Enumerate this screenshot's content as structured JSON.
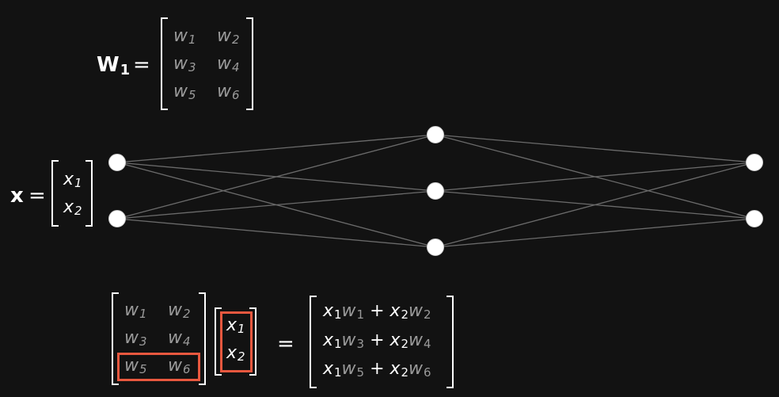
{
  "w1_equation": {
    "lhs": "W",
    "lhs_sub": "1",
    "eq": "=",
    "cells": [
      {
        "v": "w",
        "s": "1"
      },
      {
        "v": "w",
        "s": "2"
      },
      {
        "v": "w",
        "s": "3"
      },
      {
        "v": "w",
        "s": "4"
      },
      {
        "v": "w",
        "s": "5"
      },
      {
        "v": "w",
        "s": "6"
      }
    ]
  },
  "x_equation": {
    "lhs": "x",
    "eq": "=",
    "cells": [
      {
        "v": "x",
        "s": "1"
      },
      {
        "v": "x",
        "s": "2"
      }
    ]
  },
  "network": {
    "layers": [
      2,
      3,
      2
    ],
    "colors": {
      "node": "#ffffff",
      "edge": "#6b6b6b"
    }
  },
  "product": {
    "weights": [
      {
        "v": "w",
        "s": "1"
      },
      {
        "v": "w",
        "s": "2"
      },
      {
        "v": "w",
        "s": "3"
      },
      {
        "v": "w",
        "s": "4"
      },
      {
        "v": "w",
        "s": "5"
      },
      {
        "v": "w",
        "s": "6"
      }
    ],
    "inputs": [
      {
        "v": "x",
        "s": "1"
      },
      {
        "v": "x",
        "s": "2"
      }
    ],
    "eq": "=",
    "result_rows": [
      {
        "a": "x",
        "as": "1",
        "b": "w",
        "bs": "1",
        "op": "+",
        "c": "x",
        "cs": "2",
        "d": "w",
        "ds": "2"
      },
      {
        "a": "x",
        "as": "1",
        "b": "w",
        "bs": "3",
        "op": "+",
        "c": "x",
        "cs": "2",
        "d": "w",
        "ds": "4"
      },
      {
        "a": "x",
        "as": "1",
        "b": "w",
        "bs": "5",
        "op": "+",
        "c": "x",
        "cs": "2",
        "d": "w",
        "ds": "6"
      }
    ],
    "highlight_color": "#e8583f"
  }
}
